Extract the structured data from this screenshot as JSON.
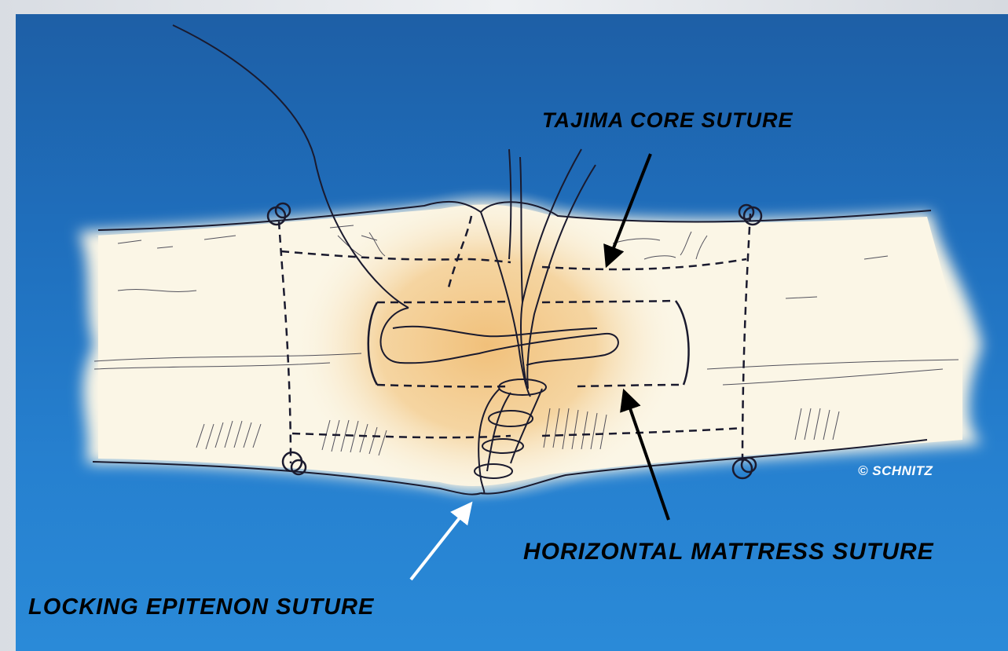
{
  "labels": {
    "tajima": "TAJIMA CORE SUTURE",
    "mattress": "HORIZONTAL MATTRESS SUTURE",
    "locking": "LOCKING EPITENON SUTURE",
    "copyright": "© SCHNITZ"
  },
  "colors": {
    "background": "#2073c2",
    "tendon": "#fbf6e6",
    "tendon_repair": "#f2c684",
    "suture_line": "#1a1a2e",
    "arrow_black": "#000000",
    "arrow_white": "#ffffff"
  }
}
